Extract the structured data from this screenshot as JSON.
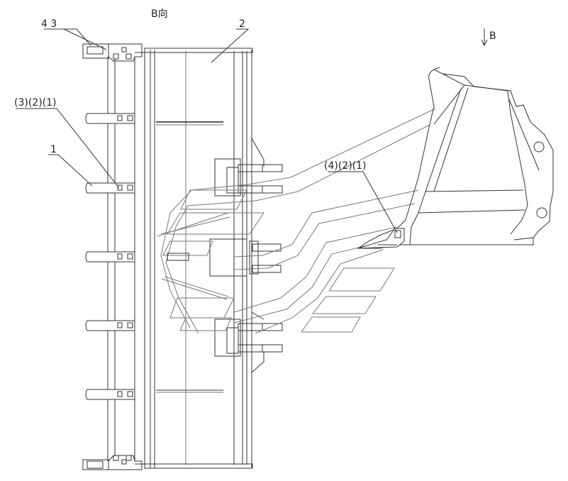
{
  "labels": {
    "view_title": "B向",
    "view_arrow_label": "B",
    "callout_4_3": "4 3",
    "callout_2": "2",
    "callout_3_2_1": "(3)(2)(1)",
    "callout_1": "1",
    "callout_4_2_1": "(4)(2)(1)"
  },
  "colors": {
    "line": "#333333",
    "light_line": "#777777",
    "background": "#ffffff"
  }
}
